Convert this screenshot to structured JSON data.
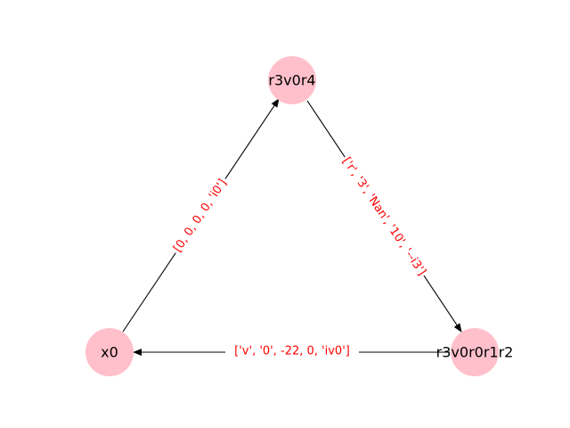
{
  "colors": {
    "node_fill": "#ffc0cb",
    "edge_stroke": "#000000",
    "edge_label": "#ff0000",
    "background": "#ffffff"
  },
  "nodes": [
    {
      "id": "r3v0r4",
      "label": "r3v0r4"
    },
    {
      "id": "x0",
      "label": "x0"
    },
    {
      "id": "r3v0r0r1r2",
      "label": "r3v0r0r1r2"
    }
  ],
  "edges": [
    {
      "from": "x0",
      "to": "r3v0r4",
      "label": "[0, 0, 0, 0, 'i0']"
    },
    {
      "from": "r3v0r4",
      "to": "r3v0r0r1r2",
      "label": "['r', '3', 'Nan', '10', '--i3']"
    },
    {
      "from": "r3v0r0r1r2",
      "to": "x0",
      "label": "['v', '0', -22, 0, 'iv0']"
    }
  ]
}
